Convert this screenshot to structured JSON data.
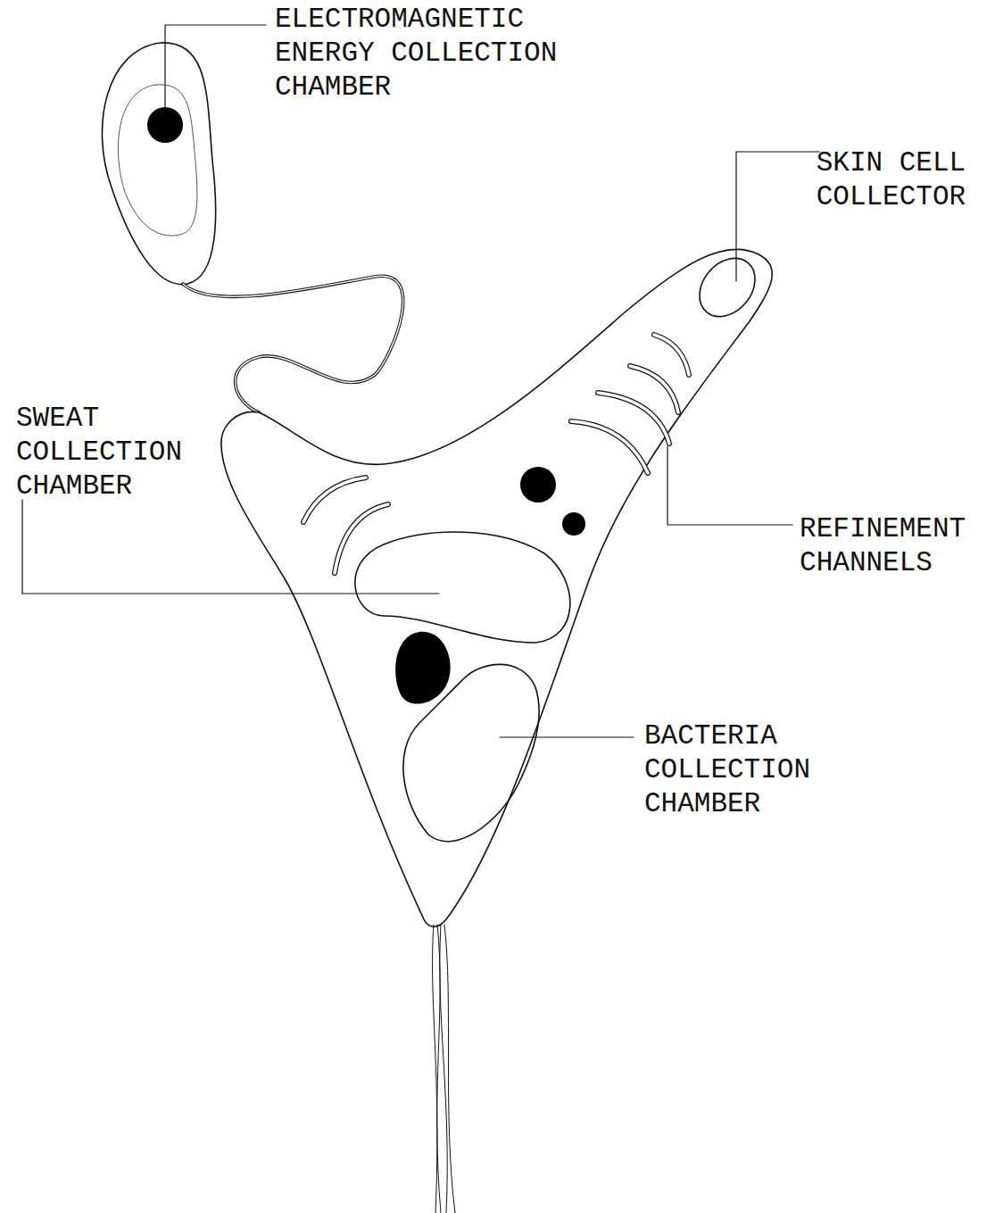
{
  "diagram": {
    "labels": [
      "ELECTROMAGNETIC ENERGY COLLECTION CHAMBER",
      "SKIN CELL COLLECTOR",
      "SWEAT COLLECTION CHAMBER",
      "REFINEMENT CHANNELS",
      "BACTERIA COLLECTION CHAMBER"
    ]
  }
}
